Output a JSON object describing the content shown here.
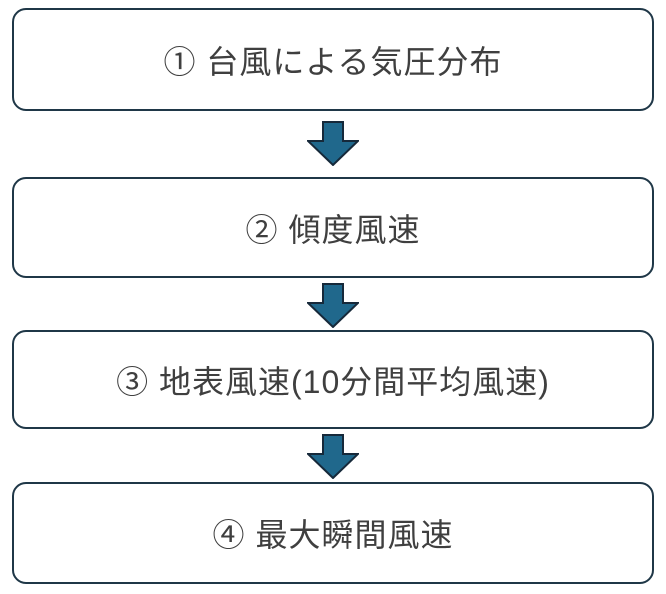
{
  "diagram": {
    "type": "flowchart",
    "direction": "top-to-bottom",
    "steps": [
      {
        "label": "① 台風による気圧分布"
      },
      {
        "label": "② 傾度風速"
      },
      {
        "label": "③ 地表風速(10分間平均風速)"
      },
      {
        "label": "④ 最大瞬間風速"
      }
    ],
    "connector": "block-down-arrow"
  },
  "theme": {
    "box_border": "#1f3747",
    "arrow_fill": "#20688c",
    "arrow_outline": "#16293a",
    "text": "#3f3f3f",
    "background": "#ffffff"
  }
}
